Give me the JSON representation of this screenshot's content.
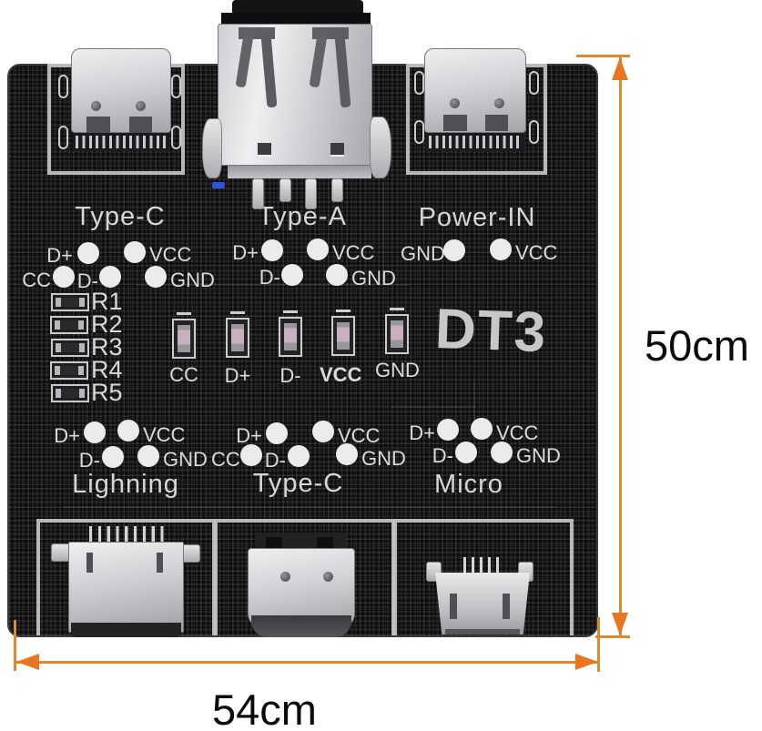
{
  "board": {
    "name": "DT3"
  },
  "dimensions": {
    "height_label": "50cm",
    "width_label": "54cm"
  },
  "sections": {
    "type_c_top": {
      "title": "Type-C",
      "points": {
        "dplus": "D+",
        "vcc": "VCC",
        "cc": "CC",
        "dminus": "D-",
        "gnd": "GND"
      }
    },
    "type_a": {
      "title": "Type-A",
      "points": {
        "dplus": "D+",
        "vcc": "VCC",
        "dminus": "D-",
        "gnd": "GND"
      }
    },
    "power_in": {
      "title": "Power-IN",
      "points": {
        "gnd": "GND",
        "vcc": "VCC"
      }
    },
    "lightning": {
      "title": "Lighning",
      "points": {
        "dplus": "D+",
        "vcc": "VCC",
        "dminus": "D-",
        "gnd": "GND"
      }
    },
    "type_c_bottom": {
      "title": "Type-C",
      "points": {
        "dplus": "D+",
        "vcc": "VCC",
        "cc": "CC",
        "dminus": "D-",
        "gnd": "GND"
      }
    },
    "micro": {
      "title": "Micro",
      "points": {
        "dplus": "D+",
        "vcc": "VCC",
        "dminus": "D-",
        "gnd": "GND"
      }
    }
  },
  "resistors": {
    "r1": "R1",
    "r2": "R2",
    "r3": "R3",
    "r4": "R4",
    "r5": "R5"
  },
  "led_labels": {
    "cc": "CC",
    "dplus": "D+",
    "dminus": "D-",
    "vcc": "VCC",
    "gnd": "GND"
  },
  "colors": {
    "dimension_line": "#dd8a2c",
    "dimension_arrow": "#e8761e",
    "silkscreen": "#d6d6d6",
    "board": "#2c2c2e"
  }
}
